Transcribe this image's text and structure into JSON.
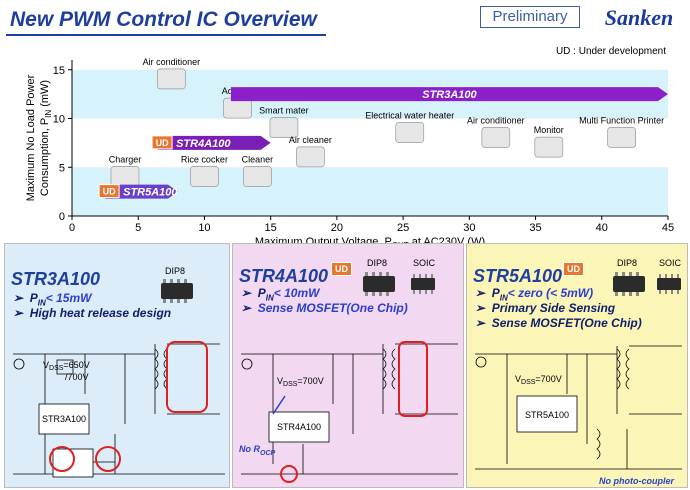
{
  "header": {
    "title": "New PWM Control IC Overview",
    "preliminary_label": "Preliminary",
    "logo_text": "Sanken"
  },
  "chart_data": {
    "type": "bar",
    "title": "",
    "xlabel": "Maximum Output Voltage, P",
    "xlabel_sub": "OUT",
    "xlabel_tail": " at AC230V (W)",
    "ylabel_line1": "Maximum No Load Power",
    "ylabel_line2": "Consumption, P",
    "ylabel_sub": "IN",
    "ylabel_tail": " (mW)",
    "ud_note": "UD : Under development",
    "xlim": [
      0,
      45
    ],
    "ylim": [
      0,
      16
    ],
    "x_ticks": [
      "0",
      "5",
      "10",
      "15",
      "20",
      "25",
      "30",
      "35",
      "40",
      "45"
    ],
    "y_ticks": [
      "0",
      "5",
      "10",
      "15"
    ],
    "band_ranges": [
      [
        0,
        5
      ],
      [
        10,
        15
      ]
    ],
    "series": [
      {
        "name": "STR3A100",
        "x_start": 12,
        "x_end": 45,
        "y": 12.5,
        "color": "#8b1fc9",
        "ud": false
      },
      {
        "name": "STR4A100",
        "x_start": 6.5,
        "x_end": 15,
        "y": 7.5,
        "color": "#7a1fb5",
        "ud": true
      },
      {
        "name": "STR5A100",
        "x_start": 2.5,
        "x_end": 8,
        "y": 2.5,
        "color": "#6a3fc9",
        "ud": true
      }
    ],
    "annotations": [
      {
        "text": "Air conditioner",
        "x": 7.5,
        "y": 15.5
      },
      {
        "text": "Adapter",
        "x": 12.5,
        "y": 12.5
      },
      {
        "text": "Smart mater",
        "x": 16,
        "y": 10.5
      },
      {
        "text": "Charger",
        "x": 4,
        "y": 5.5
      },
      {
        "text": "Rice cocker",
        "x": 10,
        "y": 5.5
      },
      {
        "text": "Cleaner",
        "x": 14,
        "y": 5.5
      },
      {
        "text": "Air cleaner",
        "x": 18,
        "y": 7.5
      },
      {
        "text": "Electrical water heater",
        "x": 25.5,
        "y": 10
      },
      {
        "text": "Air conditioner",
        "x": 32,
        "y": 9.5
      },
      {
        "text": "Monitor",
        "x": 36,
        "y": 8.5
      },
      {
        "text": "Multi Function Printer",
        "x": 41.5,
        "y": 9.5
      }
    ]
  },
  "panels": [
    {
      "title": "STR3A100",
      "ud": false,
      "packages": [
        "DIP8"
      ],
      "bullet1_pre": "P",
      "bullet1_sub": "IN",
      "bullet1_post": "< 15mW",
      "bullet2": "High heat release design",
      "bullet3": "",
      "vdss": "V",
      "vdss_sub": "DSS",
      "vdss_tail": "=650V",
      "vdss_line2": "/700V",
      "chip": "STR3A100"
    },
    {
      "title": "STR4A100",
      "ud": true,
      "packages": [
        "DIP8",
        "SOIC"
      ],
      "bullet1_pre": "P",
      "bullet1_sub": "IN",
      "bullet1_post": "< 10mW",
      "bullet2": "Sense MOSFET(One Chip)",
      "bullet3": "",
      "vdss": "V",
      "vdss_sub": "DSS",
      "vdss_tail": "=700V",
      "chip": "STR4A100",
      "note_pre": "No R",
      "note_sub": "OCP"
    },
    {
      "title": "STR5A100",
      "ud": true,
      "packages": [
        "DIP8",
        "SOIC"
      ],
      "bullet1_pre": "P",
      "bullet1_sub": "IN",
      "bullet1_mid": "< ",
      "bullet1_hl": "zero",
      "bullet1_post": " (< 5mW)",
      "bullet2": "Primary Side Sensing",
      "bullet3": "Sense MOSFET(One Chip)",
      "vdss": "V",
      "vdss_sub": "DSS",
      "vdss_tail": "=700V",
      "chip": "STR5A100",
      "note": "No photo-coupler"
    }
  ],
  "ud_badge": "UD",
  "colors": {
    "title_blue": "#1f3f9f",
    "band": "#d6f2fa",
    "panel1": "#dcedf9",
    "panel2": "#f3d8f2",
    "panel3": "#fbf6b8",
    "ud_orange": "#e8762c",
    "circle_red": "#e02020"
  }
}
